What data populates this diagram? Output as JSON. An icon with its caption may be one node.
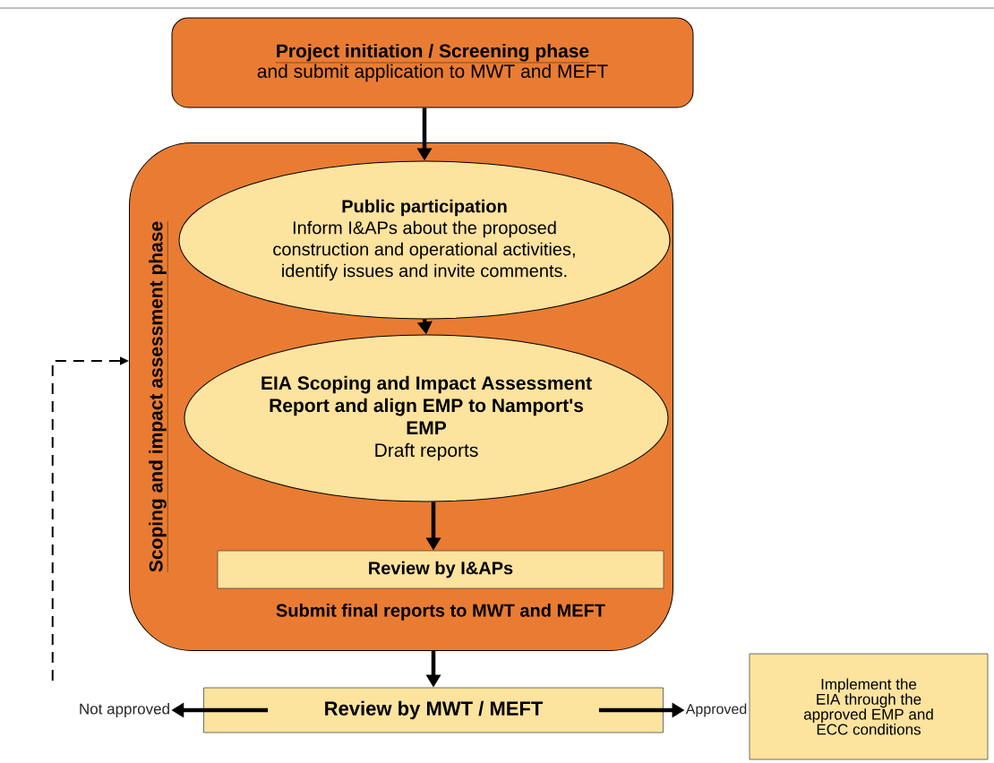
{
  "diagram": {
    "nodes": [
      {
        "text": [
          "Project initiation / Screening phase",
          "and submit application to MWT and MEFT"
        ]
      },
      {
        "text": [
          "Scoping and impact assessment phase"
        ]
      },
      {
        "text": [
          "Public participation",
          "Inform I&APs about the proposed construction and operational activities, identify issues and invite comments."
        ],
        "in": 1
      },
      {
        "text": [
          "EIA Scoping and Impact Assessment Report and align EMP to Namport's EMP",
          "Draft reports"
        ],
        "in": 1
      },
      {
        "text": [
          "Review by I&APs"
        ],
        "in": 1,
        "beside": [
          "Submit final reports to MWT and MEFT"
        ]
      },
      {
        "text": [
          "Review by MWT / MEFT"
        ]
      },
      {
        "text": [
          "Not approved"
        ]
      },
      {
        "text": [
          "Approved"
        ]
      },
      {
        "text": [
          "Implement the EIA through the approved EMP and ECC conditions"
        ]
      }
    ],
    "edges": [
      {
        "from": 0,
        "to": 2,
        "arrow": "to"
      },
      {
        "from": 2,
        "to": 3,
        "arrow": "to"
      },
      {
        "from": 3,
        "to": 4,
        "arrow": "to"
      },
      {
        "from": 1,
        "to": 5,
        "arrow": "to"
      },
      {
        "from": 5,
        "to": 6,
        "arrow": "to"
      },
      {
        "from": 5,
        "to": 7,
        "arrow": "to"
      },
      {
        "from": 6,
        "to": 1,
        "arrow": "to",
        "style": "dashed"
      }
    ]
  }
}
